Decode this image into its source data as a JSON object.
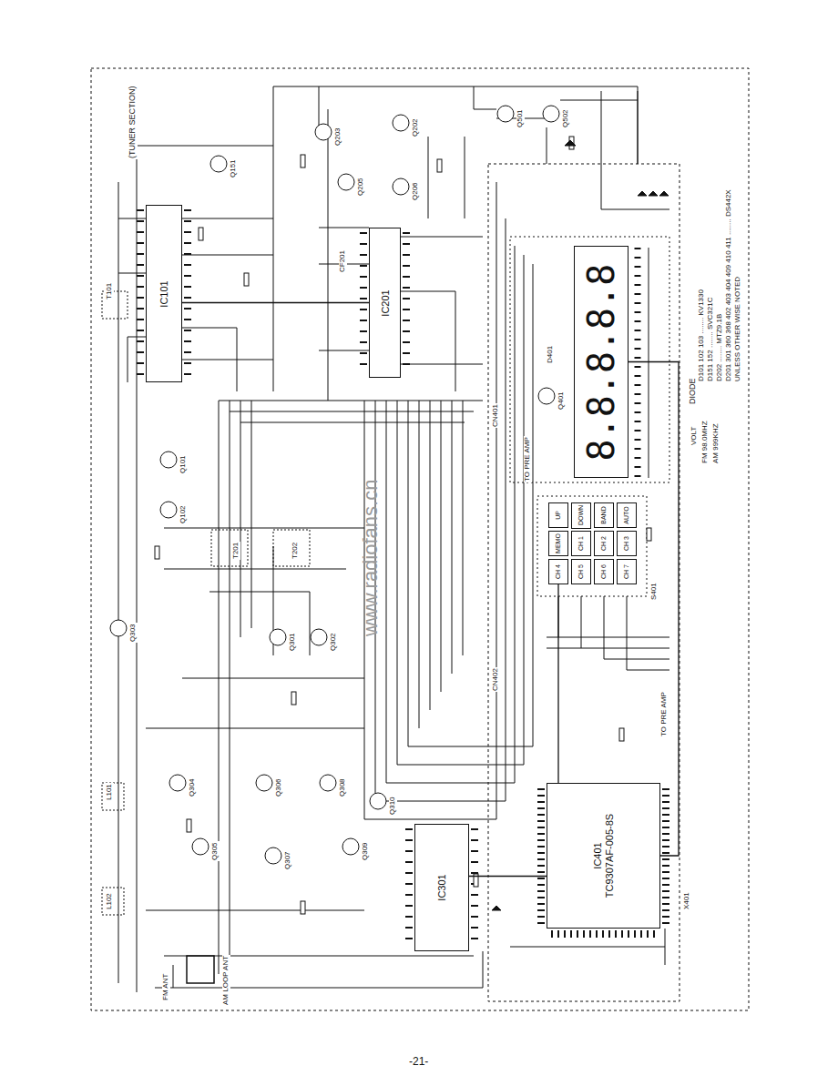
{
  "diagram": {
    "nodes": [
      {
        "text": [
          "IC101"
        ]
      },
      {
        "text": [
          "IC201"
        ]
      },
      {
        "text": [
          "IC301"
        ]
      },
      {
        "text": [
          "IC401",
          "TC9307AF-005-8S"
        ]
      },
      {
        "text": [
          "8.8.8.8.8"
        ]
      },
      {
        "text": [
          "UP"
        ]
      },
      {
        "text": [
          "DOWN"
        ]
      },
      {
        "text": [
          "BAND"
        ]
      },
      {
        "text": [
          "AUTO"
        ]
      },
      {
        "text": [
          "MEMO"
        ]
      },
      {
        "text": [
          "CH 1"
        ]
      },
      {
        "text": [
          "CH 2"
        ]
      },
      {
        "text": [
          "CH 3"
        ]
      },
      {
        "text": [
          "CH 4"
        ]
      },
      {
        "text": [
          "CH 5"
        ]
      },
      {
        "text": [
          "CH 6"
        ]
      },
      {
        "text": [
          "CH 7"
        ]
      }
    ],
    "edges": [
      {
        "from": 0,
        "to": 1,
        "arrow": "none"
      },
      {
        "from": 2,
        "to": 3,
        "arrow": "none"
      },
      {
        "from": 3,
        "to": 4,
        "arrow": "none"
      },
      {
        "from": 3,
        "to": 13,
        "arrow": "none"
      }
    ],
    "labels": [
      "(TUNER SECTION)",
      "Q151",
      "Q203",
      "Q202",
      "Q205",
      "Q206",
      "Q501",
      "Q502",
      "Q101",
      "Q102",
      "Q301",
      "Q302",
      "Q303",
      "Q304",
      "Q305",
      "Q306",
      "Q307",
      "Q308",
      "Q309",
      "Q310",
      "Q401",
      "CF201",
      "T101",
      "L101",
      "L102",
      "T201",
      "T202",
      "D401",
      "CN401",
      "CN402",
      "TO PRE AMP",
      "TO PRE AMP",
      "X401",
      "S401",
      "DIODE",
      "D101 102 103 ........ KV1330",
      "D151 152 ........ SVC321C",
      "D202 ........ MTZ9.1B",
      "D201 301 360 368 402 403 404 409 410 411 ........ DS442X",
      "UNLESS OTHER WISE NOTED",
      "VOLT",
      "FM 98.0MHZ",
      "AM 999KHZ",
      "FM ANT",
      "AM LOOP ANT",
      "www.radiofans.cn",
      "-21-"
    ]
  }
}
